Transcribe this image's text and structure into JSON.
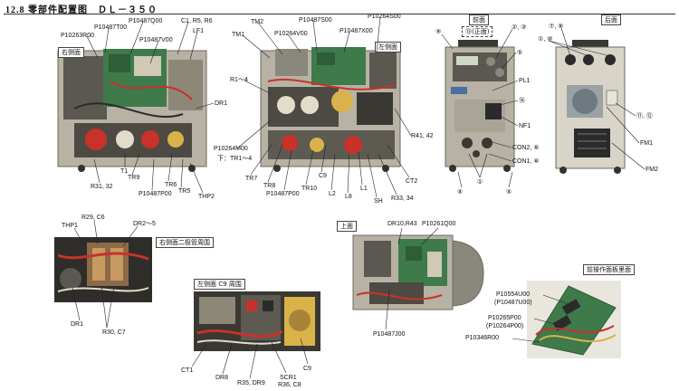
{
  "header": {
    "title": "12.8 零部件配置图　ＤＬ－３５０"
  },
  "colors": {
    "cabinet": "#b7b2a4",
    "cabinet_dark": "#6e6a60",
    "board_green": "#3f7a4a",
    "wire_red": "#c8322a",
    "panel_blue": "#4a6fa5"
  },
  "views": {
    "right_side": {
      "tag": "右侧面",
      "labels": [
        "P10263R00",
        "P10487T00",
        "P10487Q00",
        "P10487V00",
        "C1, R5, R6",
        "LF1",
        "DR1",
        "T1",
        "R31, 32",
        "TR9",
        "P10487P00",
        "TR6",
        "TR5",
        "THP2"
      ]
    },
    "left_side": {
      "tag": "左侧面",
      "labels": [
        "TM1",
        "TM2",
        "P10487S00",
        "P10264V00",
        "P10487X00",
        "P10264S00",
        "R1～4",
        "P10264M00",
        "下：TR1～4",
        "TR7",
        "TR8",
        "P10487P00",
        "TR10",
        "C9",
        "L2",
        "L8",
        "L1",
        "SH",
        "R33, 34",
        "CT2",
        "R41, 42"
      ]
    },
    "front": {
      "tag": "前面",
      "sub_tag": "⑬(正面)",
      "labels": [
        "⑨",
        "②, ③",
        "⑤",
        "PL1",
        "⑭",
        "NF1",
        "CON2, ⑥",
        "CON1, ⑥",
        "④",
        "①",
        "④"
      ]
    },
    "rear": {
      "tag": "后面",
      "labels": [
        "⑦, ⑧",
        "①, ⑩",
        "⑪, ⑫",
        "FM1",
        "FM2"
      ]
    },
    "right_diode": {
      "tag": "右侧面二极管周围",
      "labels": [
        "THP1",
        "R29, C6",
        "DR2～5",
        "DR1",
        "R30, C7"
      ]
    },
    "left_c9": {
      "tag": "左侧面 C9 周围",
      "labels": [
        "CT1",
        "DR8",
        "R35, DR9",
        "SCR1",
        "R36, C8",
        "C9"
      ]
    },
    "top": {
      "tag": "上面",
      "labels": [
        "DR10,R43",
        "P10261Q00",
        "P10487J00"
      ]
    },
    "front_panel_back": {
      "tag": "前操作面板里面",
      "labels": [
        "P10554U00",
        "(P10487U00)",
        "P10265P00",
        "(P10264P00)",
        "P10346R00"
      ]
    }
  }
}
